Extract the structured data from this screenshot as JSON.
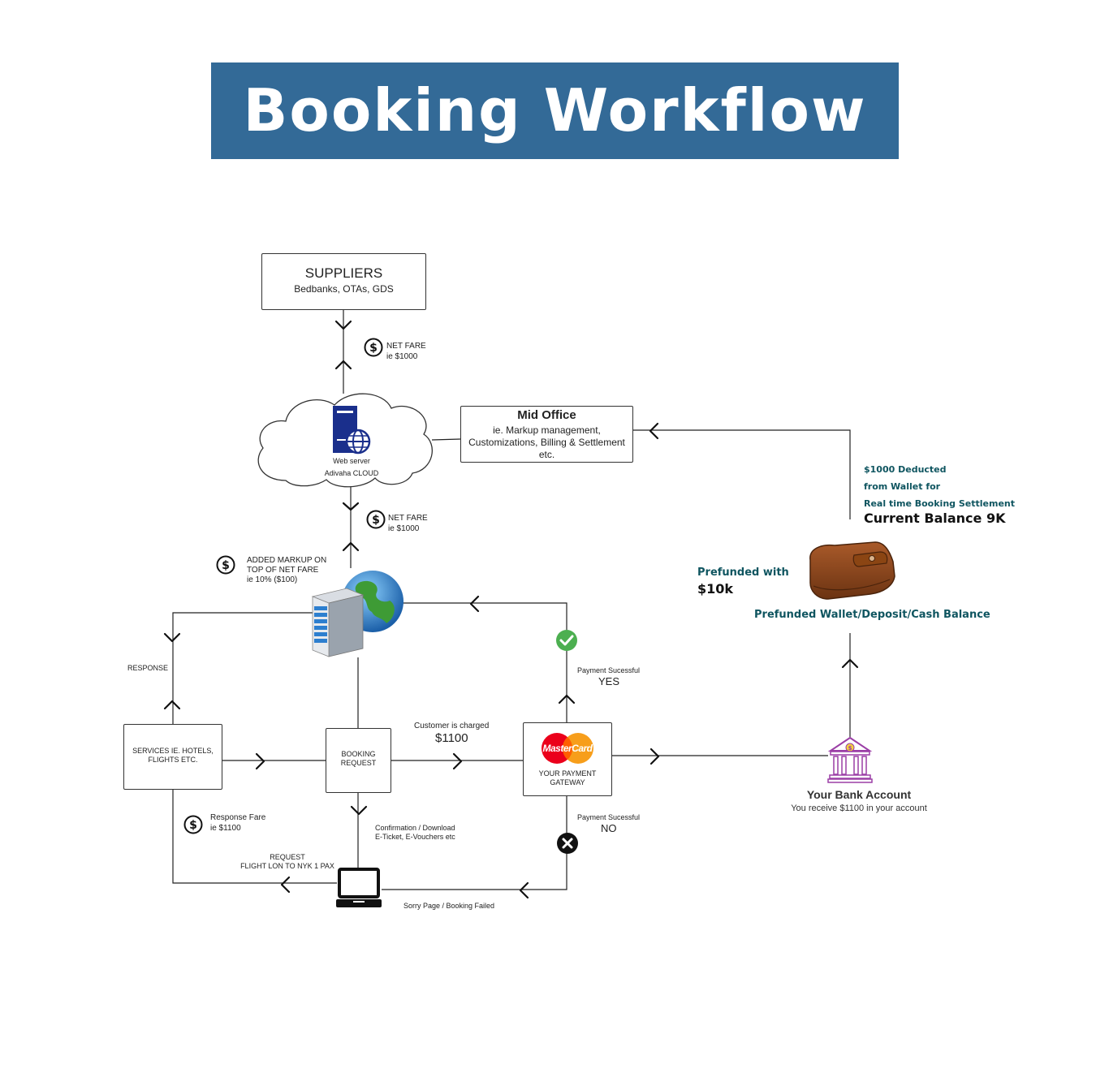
{
  "header": {
    "title": "Booking Workflow"
  },
  "suppliers": {
    "title": "SUPPLIERS",
    "subtitle": "Bedbanks, OTAs, GDS"
  },
  "net_fare_top": {
    "line1": "NET FARE",
    "line2": "ie $1000"
  },
  "cloud": {
    "server_label": "Web server",
    "cloud_label": "Adivaha CLOUD"
  },
  "mid_office": {
    "title": "Mid Office",
    "line1": "ie. Markup management,",
    "line2": "Customizations, Billing & Settlement",
    "line3": "etc."
  },
  "net_fare_mid": {
    "line1": "NET FARE",
    "line2": "ie $1000"
  },
  "markup": {
    "line1": "ADDED MARKUP ON",
    "line2": "TOP OF NET FARE",
    "line3": "ie  10% ($100)"
  },
  "wallet_info": {
    "line1": "$1000 Deducted",
    "line2": "from Wallet for",
    "line3": "Real time Booking Settlement",
    "balance": "Current Balance 9K"
  },
  "prefund": {
    "line1": "Prefunded with",
    "amount": "$10k"
  },
  "wallet_caption": "Prefunded Wallet/Deposit/Cash Balance",
  "response_label": "RESPONSE",
  "payment_yes": {
    "line1": "Payment Sucessful",
    "line2": "YES"
  },
  "payment_no": {
    "line1": "Payment Sucessful",
    "line2": "NO"
  },
  "services": {
    "line1": "SERVICES IE. HOTELS,",
    "line2": "FLIGHTS ETC."
  },
  "booking": {
    "line1": "BOOKING",
    "line2": "REQUEST"
  },
  "charged": {
    "line1": "Customer is charged",
    "amount": "$1100"
  },
  "gateway": {
    "brand": "MasterCard",
    "line1": "YOUR PAYMENT",
    "line2": "GATEWAY"
  },
  "bank": {
    "title": "Your Bank Account",
    "subtitle": "You receive $1100 in your account"
  },
  "response_fare": {
    "line1": "Response Fare",
    "line2": "ie $1100"
  },
  "confirmation": {
    "line1": "Confirmation / Download",
    "line2": "E-Ticket, E-Vouchers etc"
  },
  "request": {
    "line1": "REQUEST",
    "line2": "FLIGHT LON TO NYK 1 PAX"
  },
  "sorry": "Sorry Page / Booking Failed",
  "colors": {
    "banner": "#336a97",
    "teal_text": "#0f5560",
    "check": "#4caf50",
    "wallet": "#8b4513",
    "bank_icon": "#9b3fa6"
  },
  "icons": [
    "dollar-icon",
    "server-icon",
    "globe-icon",
    "check-icon",
    "cross-icon",
    "laptop-icon",
    "wallet-icon",
    "bank-icon",
    "mastercard-logo"
  ]
}
